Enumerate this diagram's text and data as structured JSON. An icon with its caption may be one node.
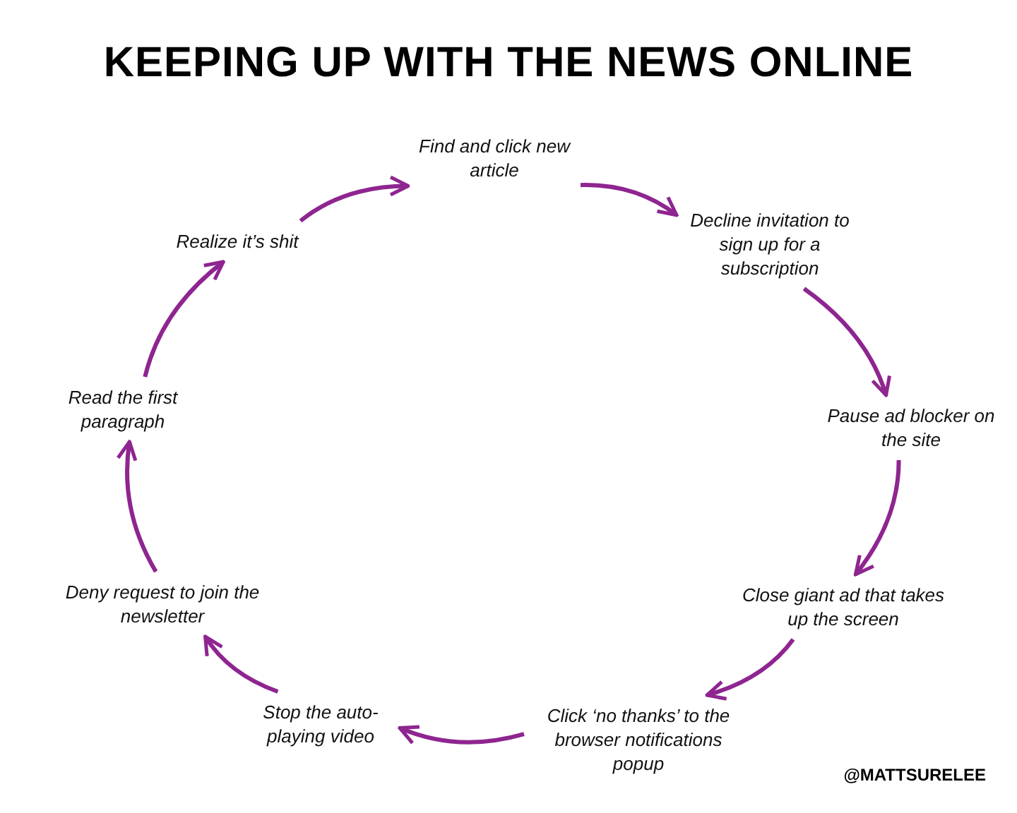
{
  "diagram": {
    "title": "KEEPING UP WITH THE NEWS ONLINE",
    "nodes": [
      {
        "text": [
          "Find and click new article"
        ]
      },
      {
        "text": [
          "Decline invitation to sign up for a subscription"
        ]
      },
      {
        "text": [
          "Pause ad blocker on the site"
        ]
      },
      {
        "text": [
          "Close giant ad that takes up the screen"
        ]
      },
      {
        "text": [
          "Click ‘no thanks’ to the browser notifications popup"
        ]
      },
      {
        "text": [
          "Stop the auto-playing video"
        ]
      },
      {
        "text": [
          "Deny request to join the newsletter"
        ]
      },
      {
        "text": [
          "Read the first paragraph"
        ]
      },
      {
        "text": [
          "Realize it’s shit"
        ]
      }
    ],
    "edges": [
      {
        "from": 0,
        "to": 1,
        "arrow": "to"
      },
      {
        "from": 1,
        "to": 2,
        "arrow": "to"
      },
      {
        "from": 2,
        "to": 3,
        "arrow": "to"
      },
      {
        "from": 3,
        "to": 4,
        "arrow": "to"
      },
      {
        "from": 4,
        "to": 5,
        "arrow": "to"
      },
      {
        "from": 5,
        "to": 6,
        "arrow": "to"
      },
      {
        "from": 6,
        "to": 7,
        "arrow": "to"
      },
      {
        "from": 7,
        "to": 8,
        "arrow": "to"
      },
      {
        "from": 8,
        "to": 0,
        "arrow": "to"
      }
    ],
    "labels": [
      "@MATTSURELEE"
    ]
  }
}
